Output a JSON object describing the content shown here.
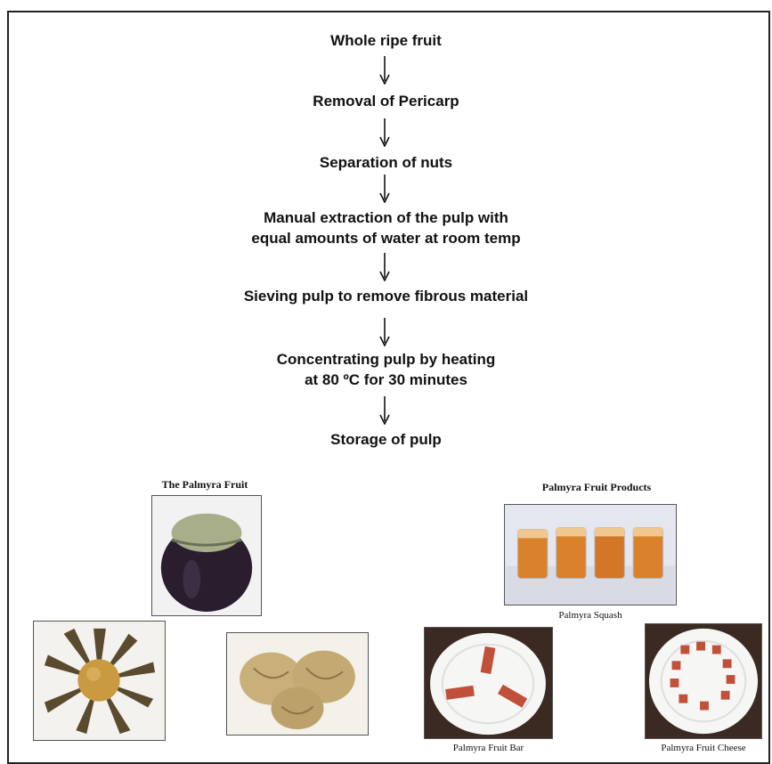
{
  "flowchart": {
    "steps": [
      "Whole ripe fruit",
      "Removal of Pericarp",
      "Separation of nuts",
      "Manual extraction of the pulp with",
      "equal amounts of water at room temp",
      "Sieving pulp to remove fibrous material",
      "Concentrating pulp by heating",
      "at 80 ºC for 30 minutes",
      "Storage of pulp"
    ]
  },
  "left_panel": {
    "title": "The Palmyra Fruit"
  },
  "right_panel": {
    "title": "Palmyra Fruit Products",
    "squash_caption": "Palmyra Squash",
    "bar_caption": "Palmyra Fruit Bar",
    "cheese_caption": "Palmyra Fruit Cheese"
  },
  "colors": {
    "text": "#111111",
    "frame": "#222222",
    "squash": "#d9822b",
    "fruit_dark": "#2a1e2e",
    "bar": "#c0503a"
  }
}
